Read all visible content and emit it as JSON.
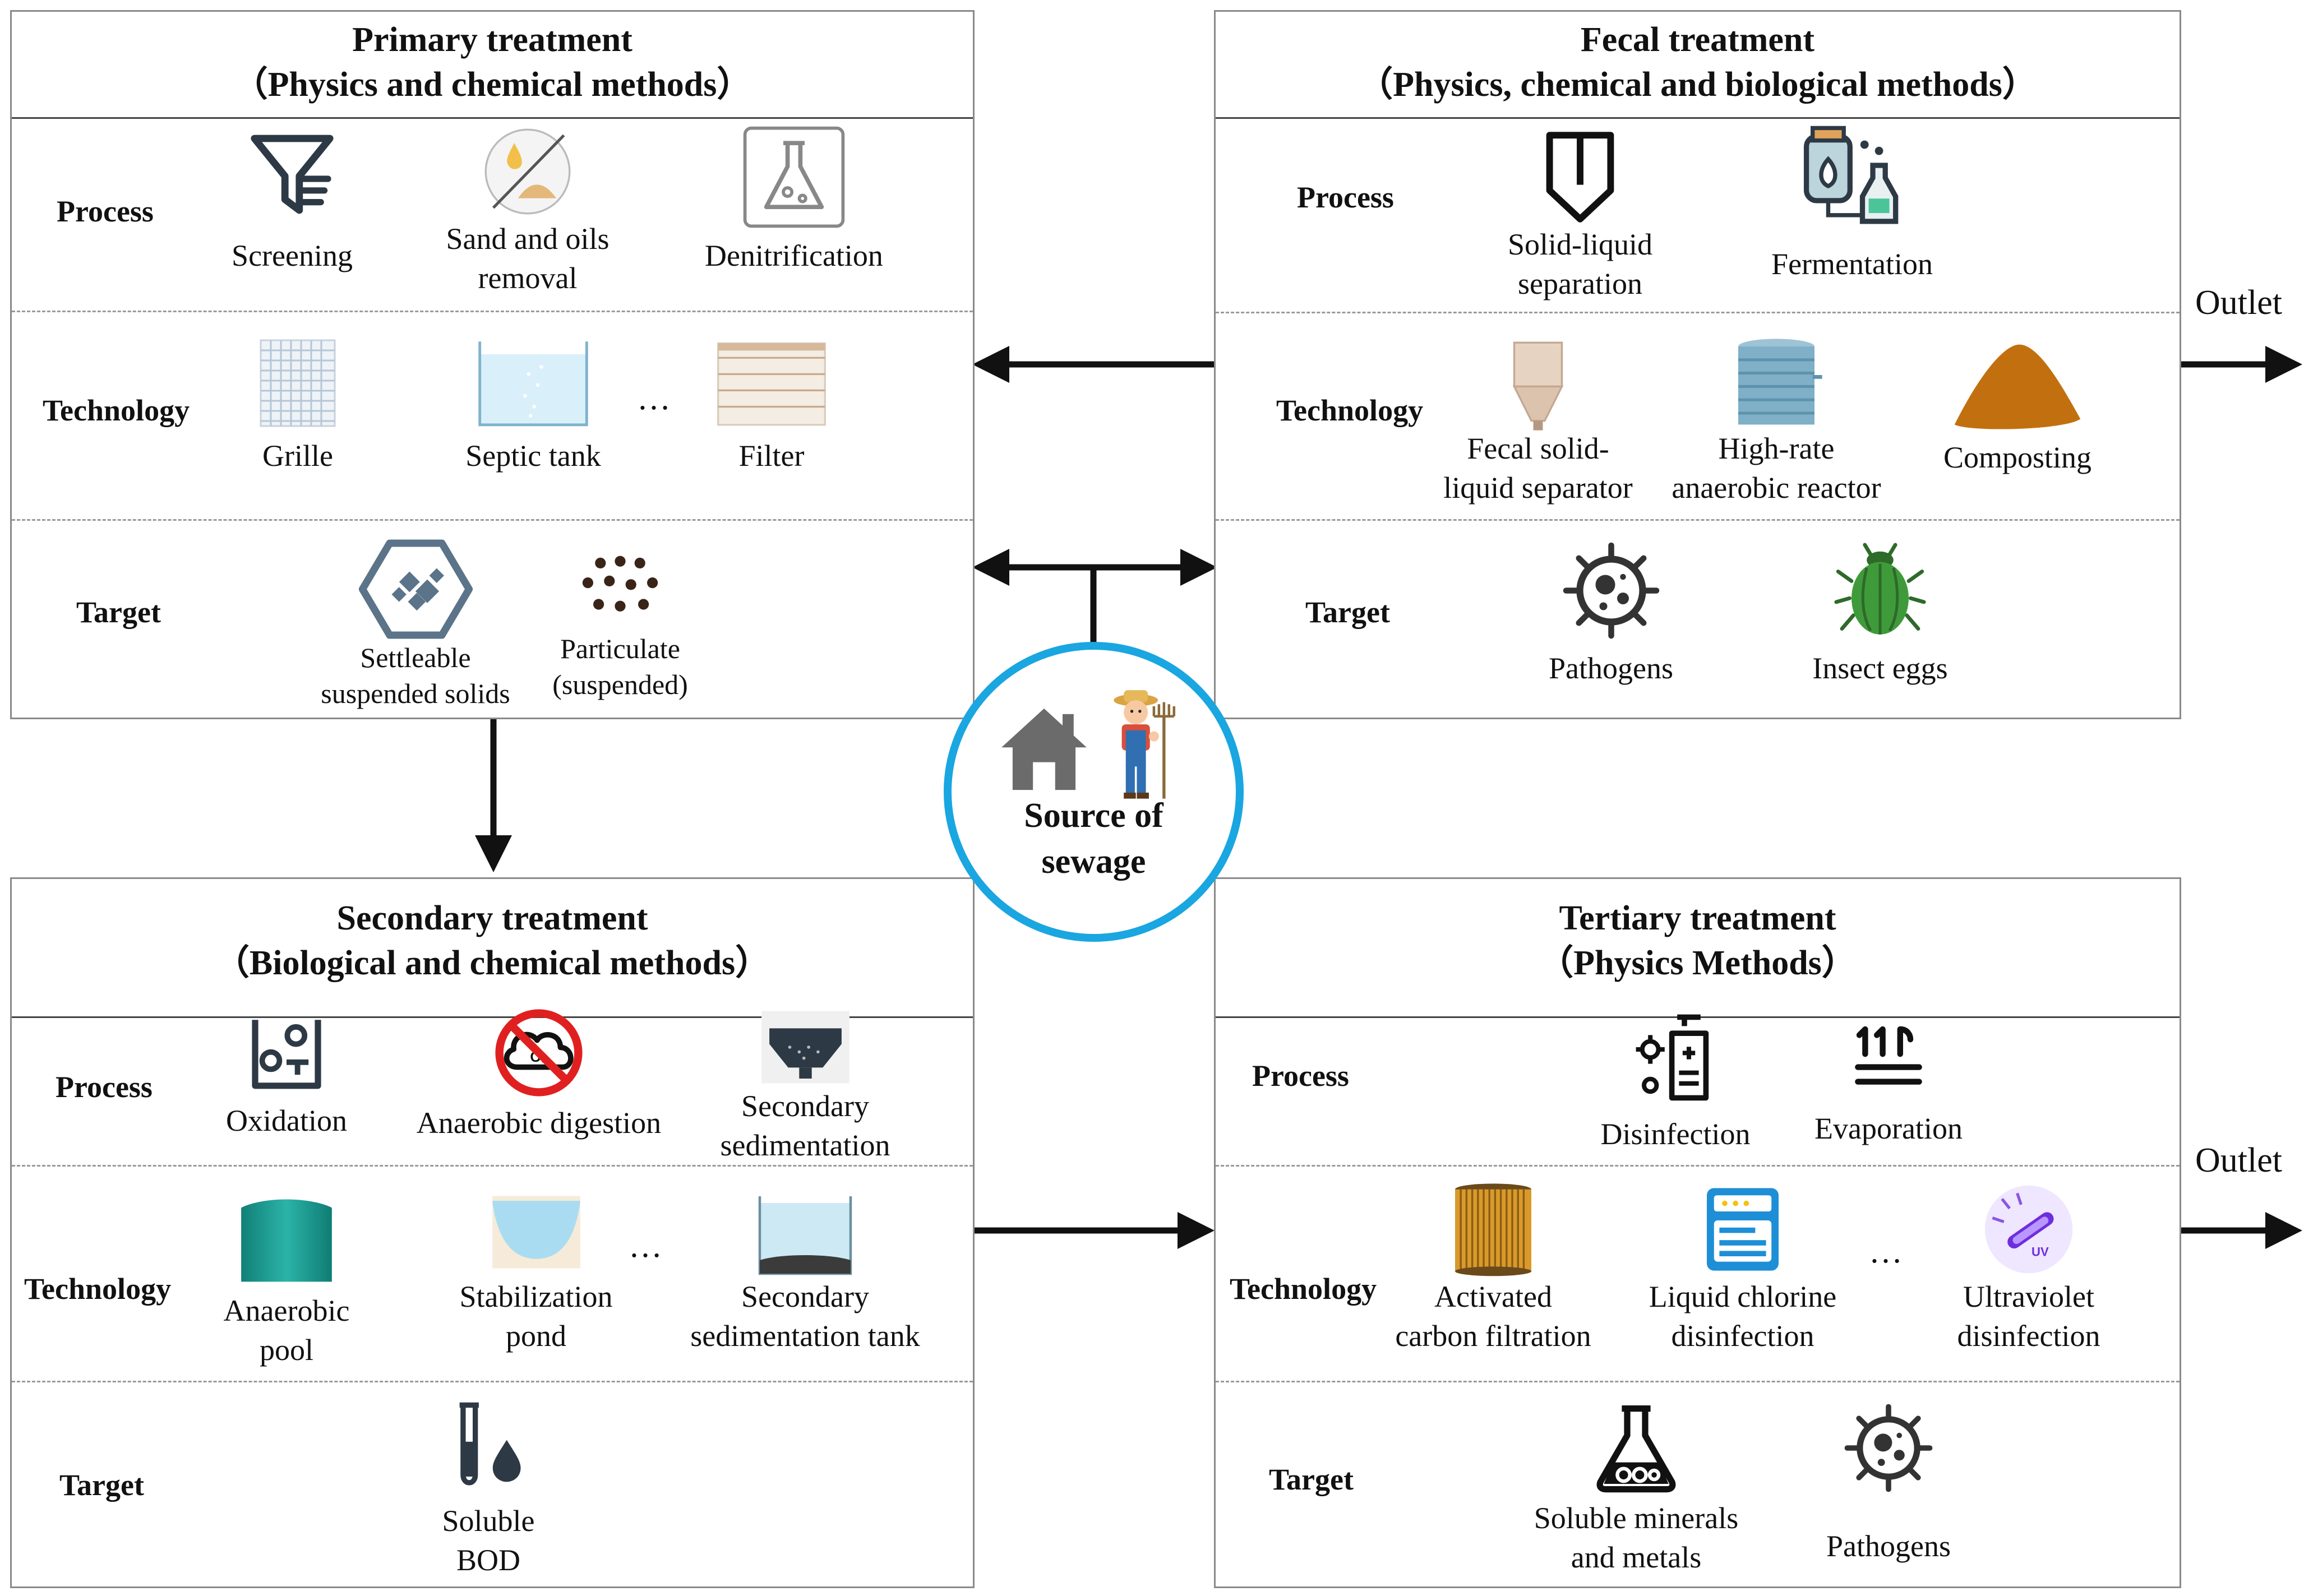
{
  "labels": {
    "process": "Process",
    "technology": "Technology",
    "target": "Target",
    "outlet": "Outlet",
    "ellipsis": "…"
  },
  "source": {
    "line1": "Source of",
    "line2": "sewage"
  },
  "primary": {
    "title": "Primary  treatment",
    "subtitle": "（Physics and chemical methods）",
    "process": [
      {
        "icon": "funnel-filter-icon",
        "label": [
          "Screening"
        ]
      },
      {
        "icon": "sand-oil-drops-icon",
        "label": [
          "Sand and oils",
          "removal"
        ]
      },
      {
        "icon": "flask-icon",
        "label": [
          "Denitrification"
        ]
      }
    ],
    "technology": [
      {
        "icon": "grille-icon",
        "label": [
          "Grille"
        ]
      },
      {
        "icon": "septic-tank-icon",
        "label": [
          "Septic tank"
        ]
      },
      {
        "icon": "filter-cylinder-icon",
        "label": [
          "Filter"
        ]
      }
    ],
    "target": [
      {
        "icon": "hexagon-solids-icon",
        "label": [
          "Settleable",
          "suspended solids"
        ]
      },
      {
        "icon": "particles-icon",
        "label": [
          "Particulate",
          "(suspended)"
        ]
      }
    ]
  },
  "fecal": {
    "title": "Fecal treatment",
    "subtitle": "（Physics, chemical and biological methods）",
    "process": [
      {
        "icon": "shield-separator-icon",
        "label": [
          "Solid-liquid",
          "separation"
        ]
      },
      {
        "icon": "fermentation-icon",
        "label": [
          "Fermentation"
        ]
      }
    ],
    "technology": [
      {
        "icon": "cone-separator-icon",
        "label": [
          "Fecal solid-",
          "liquid separator"
        ]
      },
      {
        "icon": "reactor-tank-icon",
        "label": [
          "High-rate",
          "anaerobic reactor"
        ]
      },
      {
        "icon": "compost-pile-icon",
        "label": [
          "Composting"
        ]
      }
    ],
    "target": [
      {
        "icon": "virus-icon",
        "label": [
          "Pathogens"
        ]
      },
      {
        "icon": "beetle-icon",
        "label": [
          "Insect eggs"
        ]
      }
    ]
  },
  "secondary": {
    "title": "Secondary  treatment",
    "subtitle": "（Biological and chemical methods）",
    "process": [
      {
        "icon": "oxidation-icon",
        "label": [
          "Oxidation"
        ]
      },
      {
        "icon": "no-o2-icon",
        "label": [
          "Anaerobic digestion"
        ]
      },
      {
        "icon": "sedimentation-icon",
        "label": [
          "Secondary",
          "sedimentation"
        ]
      }
    ],
    "technology": [
      {
        "icon": "anaerobic-pool-icon",
        "label": [
          "Anaerobic",
          "pool"
        ]
      },
      {
        "icon": "stabilization-pond-icon",
        "label": [
          "Stabilization",
          "pond"
        ]
      },
      {
        "icon": "sedimentation-tank-icon",
        "label": [
          "Secondary",
          "sedimentation tank"
        ]
      }
    ],
    "target": [
      {
        "icon": "test-tube-drop-icon",
        "label": [
          "Soluble",
          "BOD"
        ]
      }
    ]
  },
  "tertiary": {
    "title": "Tertiary  treatment",
    "subtitle": "（Physics Methods）",
    "process": [
      {
        "icon": "disinfection-bottle-icon",
        "label": [
          "Disinfection"
        ]
      },
      {
        "icon": "evaporation-icon",
        "label": [
          "Evaporation"
        ]
      }
    ],
    "technology": [
      {
        "icon": "carbon-filter-icon",
        "label": [
          "Activated",
          "carbon filtration"
        ]
      },
      {
        "icon": "chlorine-machine-icon",
        "label": [
          "Liquid chlorine",
          "disinfection"
        ]
      },
      {
        "icon": "uv-lamp-icon",
        "label": [
          "Ultraviolet",
          "disinfection"
        ]
      }
    ],
    "target": [
      {
        "icon": "beaker-minerals-icon",
        "label": [
          "Soluble minerals",
          "and metals"
        ]
      },
      {
        "icon": "virus-icon",
        "label": [
          "Pathogens"
        ]
      }
    ]
  },
  "colors": {
    "accent_circle": "#1aa6e0",
    "icon_dark": "#2d3a45",
    "compost": "#c2700f",
    "teal": "#1fa39a",
    "beetle": "#3f9b3a",
    "no_sign": "#e02020"
  }
}
